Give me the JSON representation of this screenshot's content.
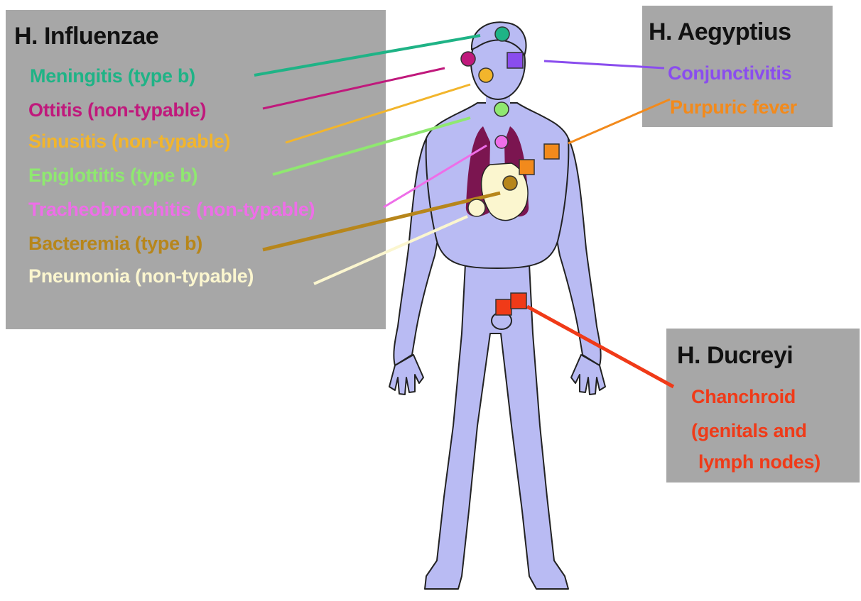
{
  "groups": {
    "influenzae": {
      "title": "H. Influenzae",
      "items": [
        {
          "label": "Meningitis (type b)",
          "color": "#1fb386"
        },
        {
          "label": "Ottitis (non-typable)",
          "color": "#c0197c"
        },
        {
          "label": "Sinusitis (non-typable)",
          "color": "#f2b52c"
        },
        {
          "label": "Epiglottitis (type b)",
          "color": "#8fe870"
        },
        {
          "label": "Tracheobronchitis (non-typable)",
          "color": "#ee6ee8"
        },
        {
          "label": "Bacteremia (type b)",
          "color": "#b7861b"
        },
        {
          "label": "Pneumonia (non-typable)",
          "color": "#fbf6cf"
        }
      ]
    },
    "aegyptius": {
      "title": "H. Aegyptius",
      "items": [
        {
          "label": "Conjunctivitis",
          "color": "#8a4dee"
        },
        {
          "label": "Purpuric fever",
          "color": "#f28a1c"
        }
      ]
    },
    "ducreyi": {
      "title": "H. Ducreyi",
      "items": [
        {
          "label": "Chanchroid",
          "color": "#f03a18"
        },
        {
          "label": "(genitals and",
          "color": "#f03a18"
        },
        {
          "label": "lymph nodes)",
          "color": "#f03a18"
        }
      ]
    }
  },
  "colors": {
    "panel": "#a7a7a7",
    "body": "#b9bbf3",
    "lungs": "#7b1550",
    "heart": "#fbf6cf"
  }
}
